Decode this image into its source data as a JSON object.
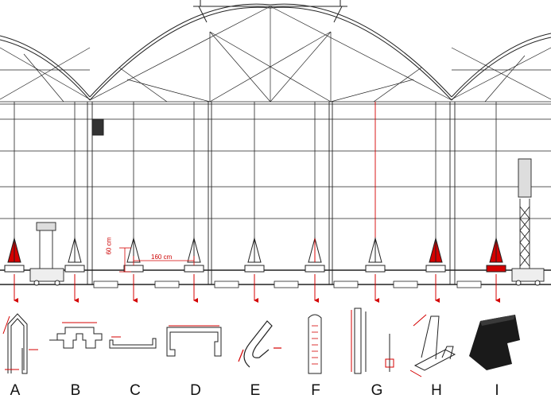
{
  "dimensions": {
    "height": "60 cm",
    "width": "160 cm"
  },
  "gutter_labels": [
    "A",
    "B",
    "C",
    "D",
    "E",
    "F",
    "G",
    "H",
    "I"
  ],
  "colors": {
    "highlight": "#d40000",
    "structure": "#222222",
    "dark_part": "#1a1a1a"
  }
}
